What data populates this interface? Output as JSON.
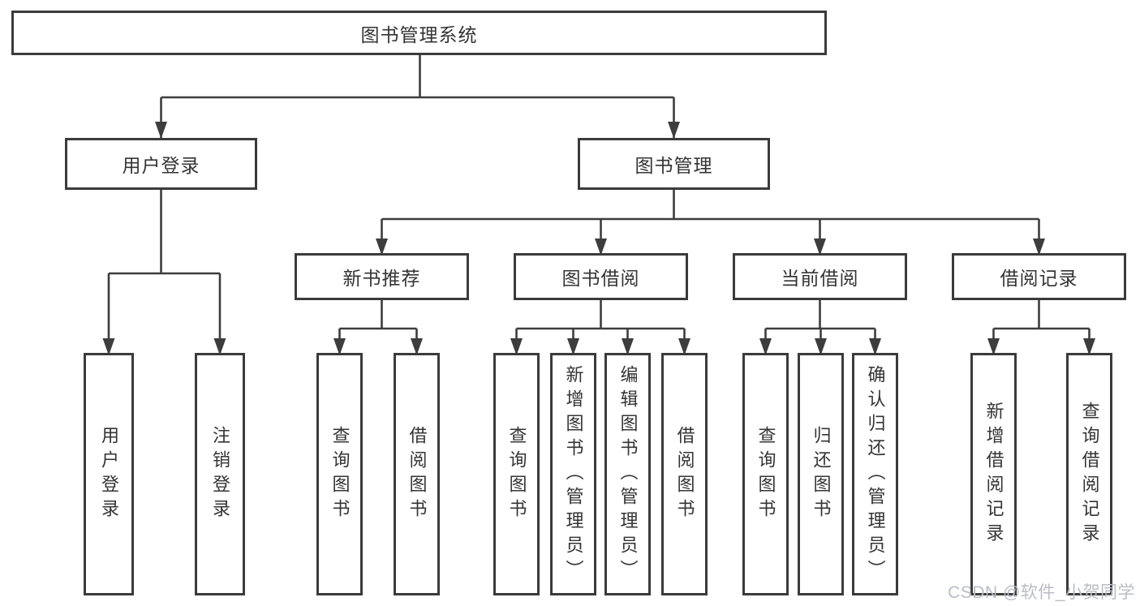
{
  "diagram": {
    "root": "图书管理系统",
    "level2": [
      {
        "label": "用户登录"
      },
      {
        "label": "图书管理"
      }
    ],
    "level3": [
      {
        "label": "新书推荐"
      },
      {
        "label": "图书借阅"
      },
      {
        "label": "当前借阅"
      },
      {
        "label": "借阅记录"
      }
    ],
    "leaves": {
      "userLogin": [
        "用户登录",
        "注销登录"
      ],
      "newBooks": [
        "查询图书",
        "借阅图书"
      ],
      "bookBorrow": [
        "查询图书",
        "新增图书（管理员）",
        "编辑图书（管理员）",
        "借阅图书"
      ],
      "currentBorrow": [
        "查询图书",
        "归还图书",
        "确认归还（管理员）"
      ],
      "borrowRecords": [
        "新增借阅记录",
        "查询借阅记录"
      ]
    },
    "watermark": "CSDN @软件_小贺同学",
    "colors": {
      "line": "#3d3d3d",
      "text": "#343434",
      "background": "#ffffff",
      "watermark": "#b9bdc4"
    }
  }
}
